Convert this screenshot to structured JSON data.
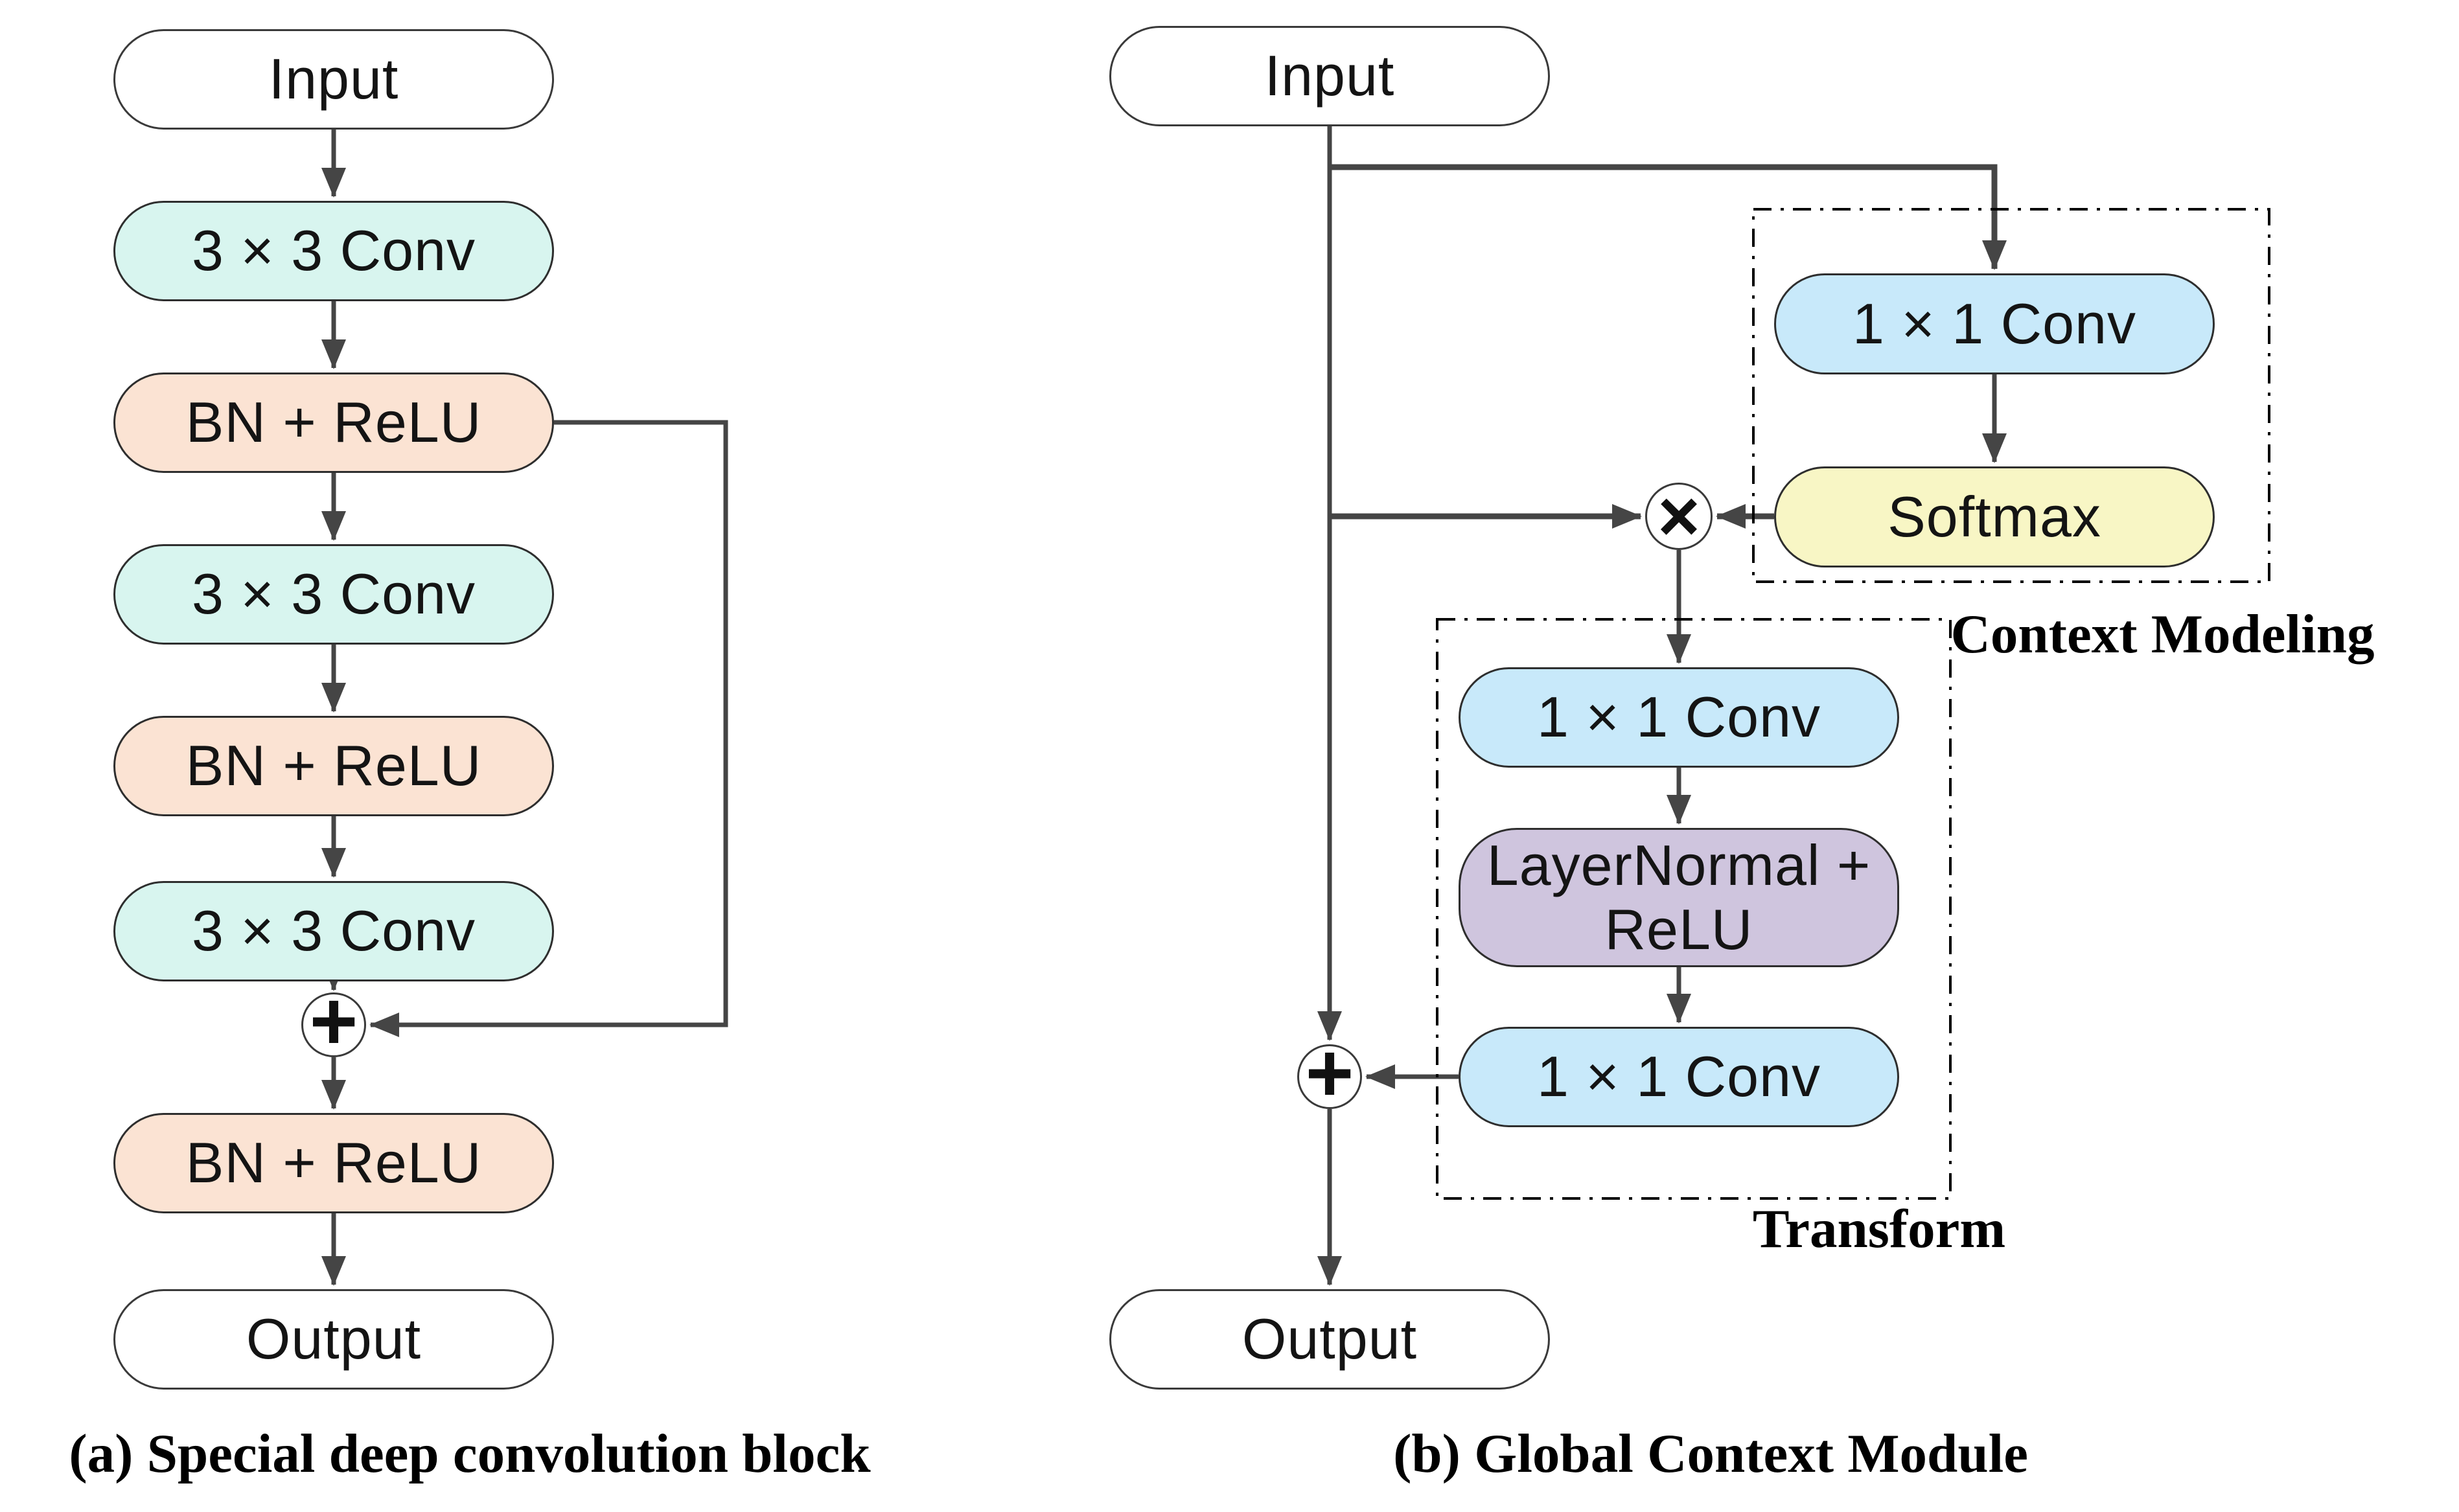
{
  "figure": {
    "panel_a": {
      "caption": "(a) Special deep convolution block",
      "nodes": {
        "input": {
          "label": "Input"
        },
        "conv1": {
          "label": "3 × 3 Conv"
        },
        "bn1": {
          "label": "BN + ReLU"
        },
        "conv2": {
          "label": "3 × 3 Conv"
        },
        "bn2": {
          "label": "BN + ReLU"
        },
        "conv3": {
          "label": "3 × 3 Conv"
        },
        "bn3": {
          "label": "BN + ReLU"
        },
        "output": {
          "label": "Output"
        }
      },
      "operators": {
        "add": "+"
      }
    },
    "panel_b": {
      "caption": "(b) Global Context Module",
      "nodes": {
        "input": {
          "label": "Input"
        },
        "ctx_conv": {
          "label": "1 × 1 Conv"
        },
        "softmax": {
          "label": "Softmax"
        },
        "t_conv1": {
          "label": "1 × 1 Conv"
        },
        "layernorm": {
          "label_line1": "LayerNormal +",
          "label_line2": "ReLU"
        },
        "t_conv2": {
          "label": "1 × 1 Conv"
        },
        "output": {
          "label": "Output"
        }
      },
      "regions": {
        "context_modeling": {
          "label": "Context Modeling"
        },
        "transform": {
          "label": "Transform"
        }
      },
      "operators": {
        "multiply": "×",
        "add": "+"
      }
    },
    "colors": {
      "conv3x3_fill": "#d8f5ef",
      "bn_relu_fill": "#fbe3d3",
      "conv1x1_fill": "#c8e9fa",
      "softmax_fill": "#f8f6c5",
      "layernorm_fill": "#cfc5de",
      "io_fill": "#ffffff",
      "arrow": "#454545",
      "node_border": "#2e2e2e",
      "region_border": "#000000",
      "text": "#141414"
    }
  }
}
